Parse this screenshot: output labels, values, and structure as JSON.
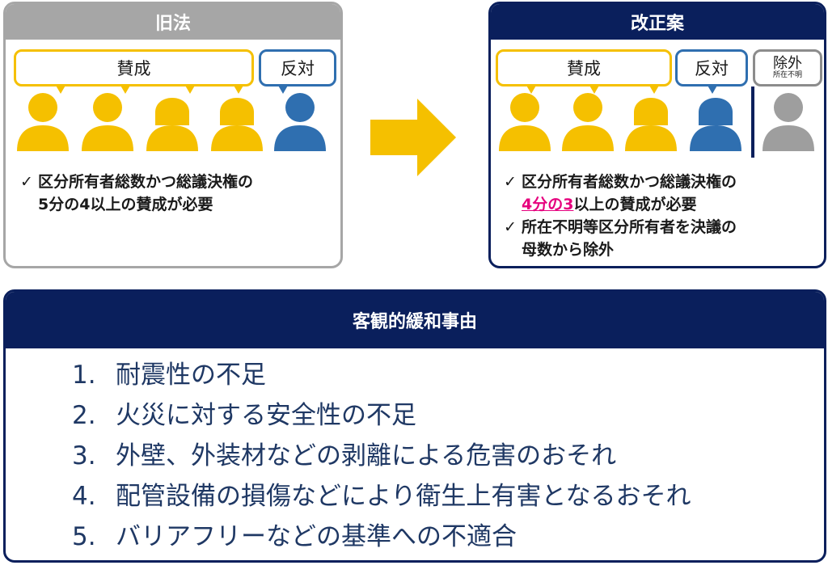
{
  "old_law": {
    "title": "旧法",
    "approve_label": "賛成",
    "oppose_label": "反対",
    "bullets": [
      {
        "lines": [
          "区分所有者総数かつ総議決権の",
          "5分の4以上の賛成が必要"
        ]
      }
    ]
  },
  "reform": {
    "title": "改正案",
    "approve_label": "賛成",
    "oppose_label": "反対",
    "exclude_label": "除外",
    "exclude_sub": "所在不明",
    "bullet1_line1": "区分所有者総数かつ総議決権の",
    "bullet1_highlight": "4分の3",
    "bullet1_rest": "以上の賛成が必要",
    "bullet2_line1": "所在不明等区分所有者を決議の",
    "bullet2_line2": "母数から除外"
  },
  "criteria": {
    "title": "客観的緩和事由",
    "items": [
      {
        "num": "1.",
        "text": "耐震性の不足"
      },
      {
        "num": "2.",
        "text": "火災に対する安全性の不足"
      },
      {
        "num": "3.",
        "text": "外壁、外装材などの剥離による危害のおそれ"
      },
      {
        "num": "4.",
        "text": "配管設備の損傷などにより衛生上有害となるおそれ"
      },
      {
        "num": "5.",
        "text": "バリアフリーなどの基準への不適合"
      }
    ]
  },
  "colors": {
    "approve": "#f5c000",
    "oppose": "#2f6fb0",
    "excluded": "#9e9e9e",
    "navy": "#0a1f5c",
    "gray_header": "#a6a6a6",
    "highlight": "#e6007e",
    "arrow": "#f5c000"
  },
  "icons": {
    "person": "person-icon",
    "arrow": "right-arrow-icon",
    "check": "check-icon"
  }
}
